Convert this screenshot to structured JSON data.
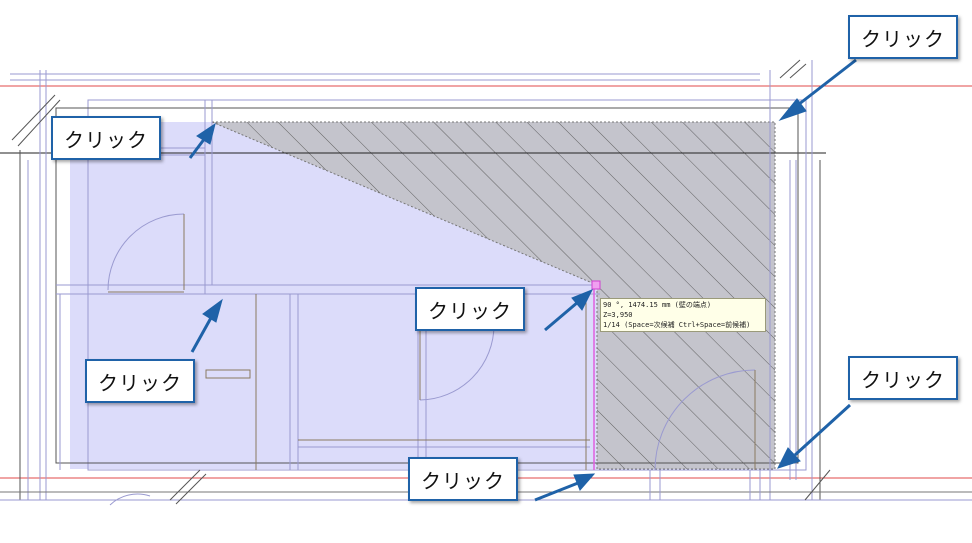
{
  "callout_label": "クリック",
  "callouts": [
    {
      "id": "callout-top-right"
    },
    {
      "id": "callout-top-left"
    },
    {
      "id": "callout-center"
    },
    {
      "id": "callout-left"
    },
    {
      "id": "callout-right"
    },
    {
      "id": "callout-bottom"
    }
  ],
  "tooltip": {
    "line1": "90 °, 1474.15 mm (壁の端点)",
    "line2": "Z=3,950",
    "line3": "1/14 (Space=次候補 Ctrl+Space=前候補)"
  },
  "colors": {
    "arrow": "#1f62a8",
    "room_fill": "#dcdcfa",
    "hatch_fill": "#c4c4cc",
    "wall_line": "#9a9ad0",
    "cursor": "#e060e0"
  }
}
